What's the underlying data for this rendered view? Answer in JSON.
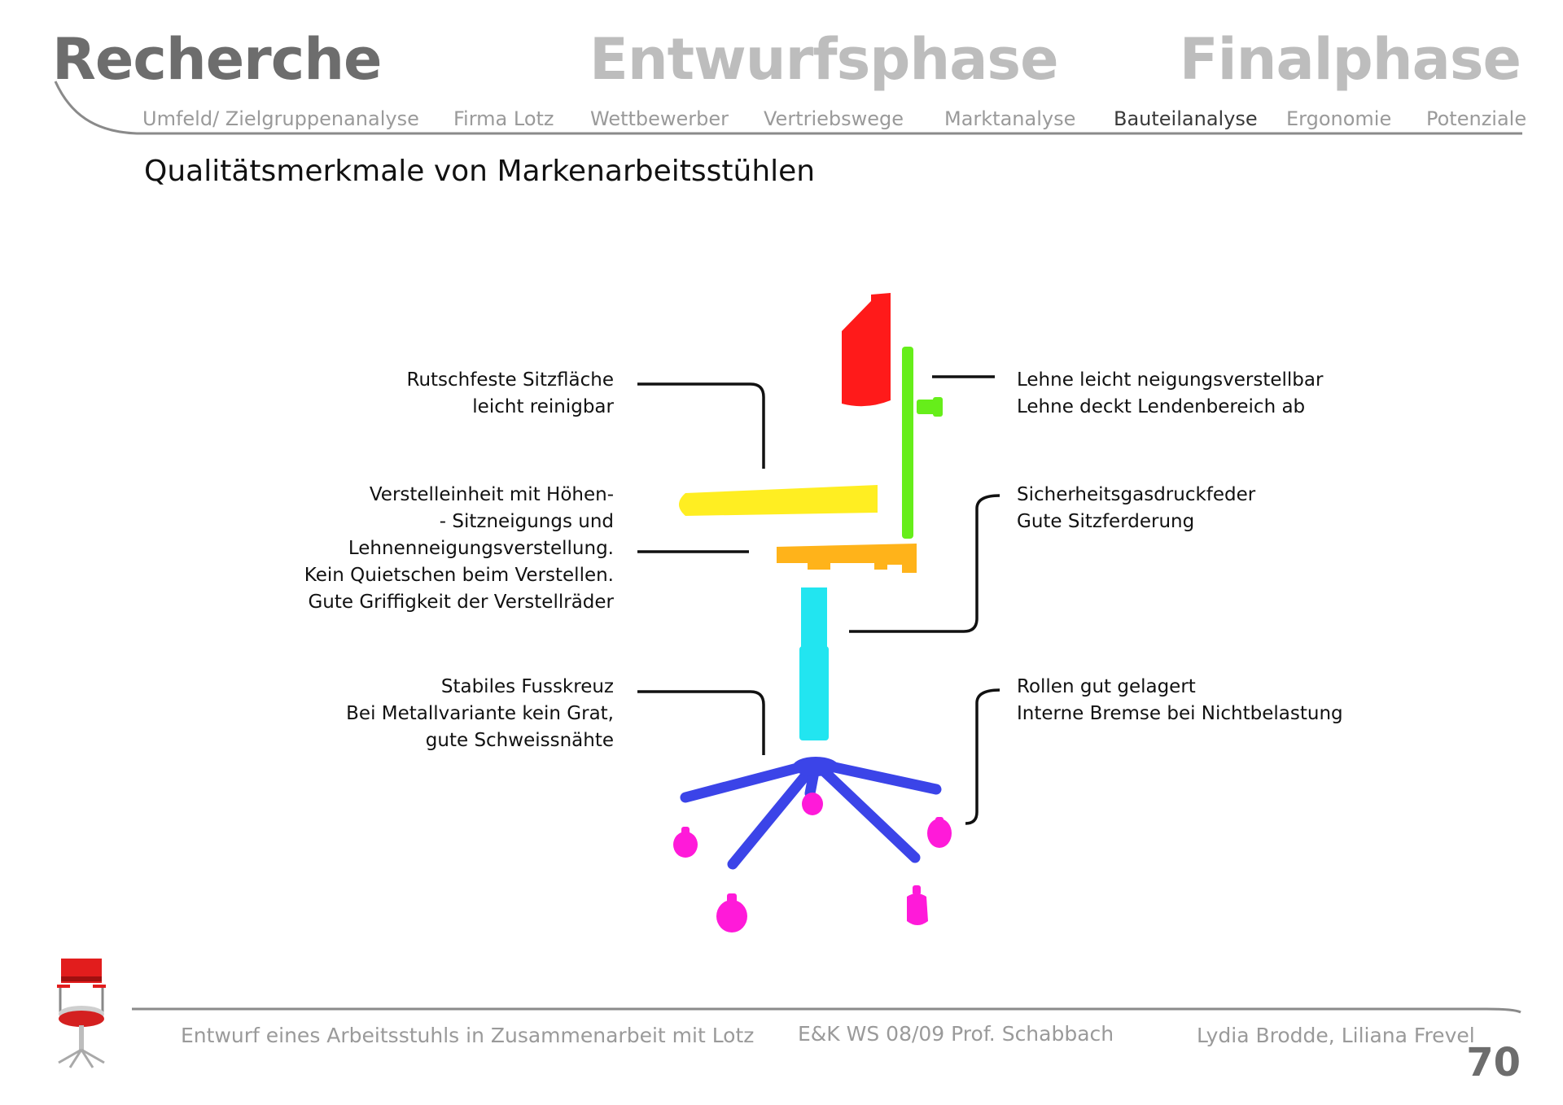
{
  "header": {
    "phases": [
      "Recherche",
      "Entwurfsphase",
      "Finalphase"
    ],
    "active_phase": "Recherche",
    "nav": [
      "Umfeld/ Zielgruppenanalyse",
      "Firma Lotz",
      "Wettbewerber",
      "Vertriebswege",
      "Marktanalyse",
      "Bauteilanalyse",
      "Ergonomie",
      "Potenziale"
    ],
    "active_nav": "Bauteilanalyse"
  },
  "subtitle": "Qualitätsmerkmale von Markenarbeitsstühlen",
  "callouts": {
    "left": [
      [
        "Rutschfeste Sitzfläche",
        "leicht reinigbar"
      ],
      [
        "Verstelleinheit mit Höhen-",
        "- Sitzneigungs und",
        "Lehnenneigungsverstellung.",
        "Kein Quietschen beim Verstellen.",
        "Gute Griffigkeit der Verstellräder"
      ],
      [
        "Stabiles Fusskreuz",
        "Bei Metallvariante kein Grat,",
        "gute Schweissnähte"
      ]
    ],
    "right": [
      [
        "Lehne leicht neigungsverstellbar",
        "Lehne deckt Lendenbereich ab"
      ],
      [
        "Sicherheitsgasdruckfeder",
        "Gute Sitzferderung"
      ],
      [
        "Rollen gut gelagert",
        "Interne Bremse bei Nichtbelastung"
      ]
    ]
  },
  "parts": {
    "backrest": "#ff1a1a",
    "back_bar": "#66ee1a",
    "seat": "#ffee22",
    "mechanism": "#ffb31a",
    "gas_spring": "#22e5f0",
    "base": "#3b44e8",
    "casters": "#ff1ad9"
  },
  "footer": {
    "project": "Entwurf eines Arbeitsstuhls in Zusammenarbeit mit Lotz",
    "course": "E&K  WS 08/09  Prof. Schabbach",
    "authors": "Lydia Brodde, Liliana Frevel",
    "page": "70"
  }
}
